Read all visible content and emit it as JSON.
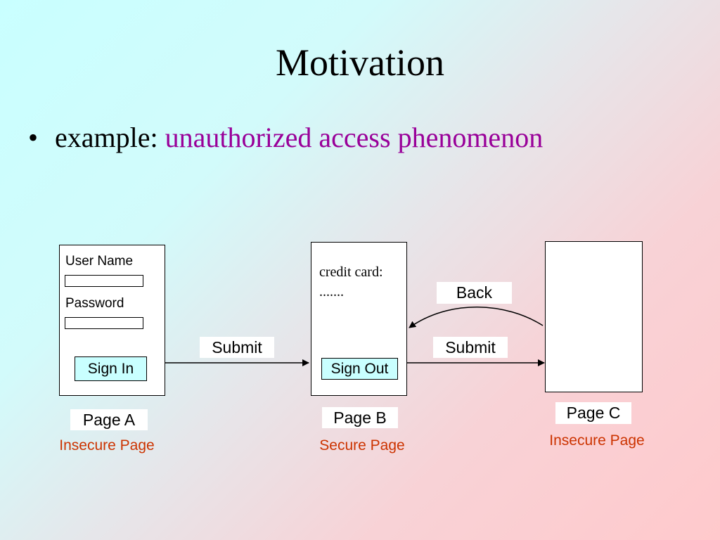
{
  "slide": {
    "title": "Motivation",
    "bullet_symbol": "•",
    "bullet_prefix": "example: ",
    "bullet_highlight": "unauthorized access phenomenon",
    "accent_color": "#990099"
  },
  "diagram": {
    "page_a": {
      "username_label": "User Name",
      "password_label": "Password",
      "signin_button": "Sign In",
      "name": "Page A",
      "type": "Insecure Page"
    },
    "page_b": {
      "content_line1": "credit card:",
      "content_line2": ".......",
      "signout_button": "Sign Out",
      "name": "Page B",
      "type": "Secure Page"
    },
    "page_c": {
      "name": "Page C",
      "type": "Insecure Page"
    },
    "arrows": {
      "a_to_b": "Submit",
      "b_to_c": "Submit",
      "c_to_b": "Back"
    },
    "type_label_color": "#cc3300",
    "button_color": "#c9ffff"
  }
}
